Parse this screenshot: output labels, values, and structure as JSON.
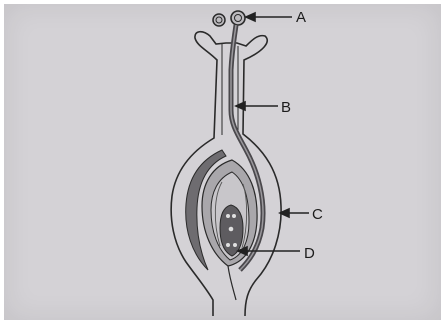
{
  "labels": {
    "a": "A",
    "b": "B",
    "c": "C",
    "d": "D"
  },
  "colors": {
    "paper": "#d4d2d6",
    "ink": "#2a2a2a",
    "shading": "#8e8c90",
    "dark_shading": "#5a585c"
  }
}
